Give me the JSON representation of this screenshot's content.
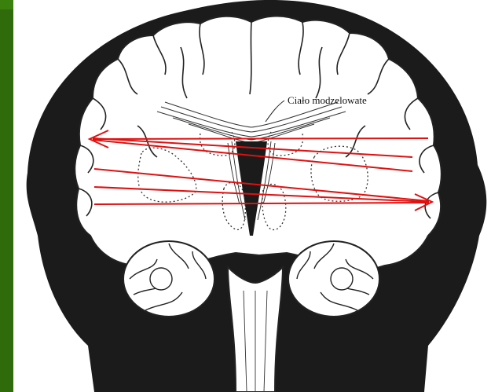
{
  "figure": {
    "label": "Ciało modzelowate"
  },
  "colors": {
    "sidebar": "#2f6b0a",
    "head": "#1a1a1a",
    "brain": "#ffffff",
    "arrows": "#e01010"
  },
  "arrows": [
    {
      "direction": "left",
      "head": "arrowhead"
    },
    {
      "direction": "right",
      "head": "arrowhead"
    }
  ]
}
